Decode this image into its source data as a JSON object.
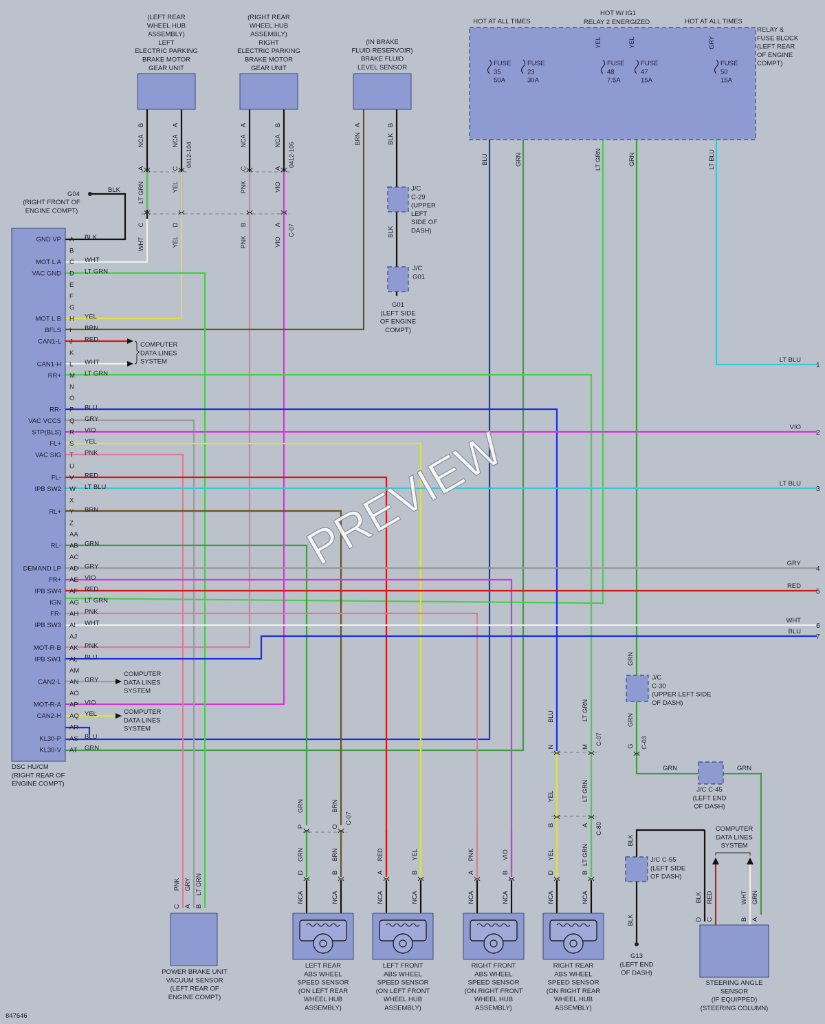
{
  "doc_id": "847646",
  "watermark": "PREVIEW",
  "colors": {
    "BLK": "#111111",
    "WHT": "#eeeeee",
    "LT GRN": "#44d04a",
    "GRN": "#3e9b3e",
    "YEL": "#e0e040",
    "BRN": "#6b5220",
    "RED": "#d41818",
    "BLU": "#1a2ee0",
    "GRY": "#9a9a9a",
    "VIO": "#dc30dc",
    "PNK": "#e07a9a",
    "LT BLU": "#38c8d8",
    "background": "#bcc2cb",
    "module": "#8e9bd2"
  },
  "dsc": {
    "name": "DSC HU/CM",
    "location": "(RIGHT REAR OF",
    "location2": "ENGINE COMPT)",
    "pins": [
      {
        "pin": "A",
        "name": "GND VP",
        "wire": "BLK"
      },
      {
        "pin": "B",
        "name": "",
        "wire": ""
      },
      {
        "pin": "C",
        "name": "MOT L A",
        "wire": "WHT"
      },
      {
        "pin": "D",
        "name": "VAC GND",
        "wire": "LT GRN"
      },
      {
        "pin": "E",
        "name": "",
        "wire": ""
      },
      {
        "pin": "F",
        "name": "",
        "wire": ""
      },
      {
        "pin": "G",
        "name": "",
        "wire": ""
      },
      {
        "pin": "H",
        "name": "MOT L B",
        "wire": "YEL"
      },
      {
        "pin": "I",
        "name": "BFLS",
        "wire": "BRN"
      },
      {
        "pin": "J",
        "name": "CAN1-L",
        "wire": "RED"
      },
      {
        "pin": "K",
        "name": "",
        "wire": ""
      },
      {
        "pin": "L",
        "name": "CAN1-H",
        "wire": "WHT"
      },
      {
        "pin": "M",
        "name": "RR+",
        "wire": "LT GRN"
      },
      {
        "pin": "N",
        "name": "",
        "wire": ""
      },
      {
        "pin": "O",
        "name": "",
        "wire": ""
      },
      {
        "pin": "P",
        "name": "RR-",
        "wire": "BLU"
      },
      {
        "pin": "Q",
        "name": "VAC VCCS",
        "wire": "GRY"
      },
      {
        "pin": "R",
        "name": "STP(BLS)",
        "wire": "VIO"
      },
      {
        "pin": "S",
        "name": "FL+",
        "wire": "YEL"
      },
      {
        "pin": "T",
        "name": "VAC SIG",
        "wire": "PNK"
      },
      {
        "pin": "U",
        "name": "",
        "wire": ""
      },
      {
        "pin": "V",
        "name": "FL-",
        "wire": "RED"
      },
      {
        "pin": "W",
        "name": "IPB SW2",
        "wire": "LT BLU"
      },
      {
        "pin": "X",
        "name": "",
        "wire": ""
      },
      {
        "pin": "Y",
        "name": "RL+",
        "wire": "BRN"
      },
      {
        "pin": "Z",
        "name": "",
        "wire": ""
      },
      {
        "pin": "AA",
        "name": "",
        "wire": ""
      },
      {
        "pin": "AB",
        "name": "RL-",
        "wire": "GRN"
      },
      {
        "pin": "AC",
        "name": "",
        "wire": ""
      },
      {
        "pin": "AD",
        "name": "DEMAND LP",
        "wire": "GRY"
      },
      {
        "pin": "AE",
        "name": "FR+",
        "wire": "VIO"
      },
      {
        "pin": "AF",
        "name": "IPB SW4",
        "wire": "RED"
      },
      {
        "pin": "AG",
        "name": "IGN",
        "wire": "LT GRN"
      },
      {
        "pin": "AH",
        "name": "FR-",
        "wire": "PNK"
      },
      {
        "pin": "AI",
        "name": "IPB SW3",
        "wire": "WHT"
      },
      {
        "pin": "AJ",
        "name": "",
        "wire": ""
      },
      {
        "pin": "AK",
        "name": "MOT-R-B",
        "wire": "PNK"
      },
      {
        "pin": "AL",
        "name": "IPB SW1",
        "wire": "BLU"
      },
      {
        "pin": "AM",
        "name": "",
        "wire": ""
      },
      {
        "pin": "AN",
        "name": "CAN2-L",
        "wire": "GRY"
      },
      {
        "pin": "AO",
        "name": "",
        "wire": ""
      },
      {
        "pin": "AP",
        "name": "MOT-R-A",
        "wire": "VIO"
      },
      {
        "pin": "AQ",
        "name": "CAN2-H",
        "wire": "YEL"
      },
      {
        "pin": "AR",
        "name": "",
        "wire": ""
      },
      {
        "pin": "AS",
        "name": "KL30-P",
        "wire": "BLU"
      },
      {
        "pin": "AT",
        "name": "KL30-V",
        "wire": "GRN"
      }
    ]
  },
  "fuse_block": {
    "title": [
      "RELAY &",
      "FUSE BLOCK",
      "(LEFT REAR",
      "OF ENGINE",
      "COMPT)"
    ],
    "hot_all_times_1": "HOT AT ALL TIMES",
    "hot_ig1": "HOT W/ IG1",
    "relay2": "RELAY 2 ENERGIZED",
    "hot_all_times_2": "HOT AT ALL TIMES",
    "fuses": [
      {
        "label": "FUSE",
        "num": "35",
        "amp": "50A",
        "out": "BLU",
        "in": ""
      },
      {
        "label": "FUSE",
        "num": "23",
        "amp": "30A",
        "out": "GRN",
        "in": ""
      },
      {
        "label": "FUSE",
        "num": "48",
        "amp": "7.5A",
        "out": "LT GRN",
        "in": "YEL"
      },
      {
        "label": "FUSE",
        "num": "47",
        "amp": "15A",
        "out": "GRN",
        "in": "YEL"
      },
      {
        "label": "FUSE",
        "num": "50",
        "amp": "15A",
        "out": "LT BLU",
        "in": "GRY"
      }
    ]
  },
  "top_components": {
    "left_motor": [
      "(LEFT REAR",
      "WHEEL HUB",
      "ASSEMBLY)",
      "LEFT",
      "ELECTRIC PARKING",
      "BRAKE MOTOR",
      "GEAR UNIT"
    ],
    "right_motor": [
      "(RIGHT REAR",
      "WHEEL HUB",
      "ASSEMBLY)",
      "RIGHT",
      "ELECTRIC PARKING",
      "BRAKE MOTOR",
      "GEAR UNIT"
    ],
    "fluid_sensor": [
      "(IN BRAKE",
      "FLUID RESERVOIR)",
      "BRAKE FLUID",
      "LEVEL SENSOR"
    ],
    "conn_0412_104": "0412-104",
    "conn_0412_105": "0412-105",
    "conn_c07": "C-07"
  },
  "grounds": {
    "g04": "G04",
    "g04_loc": [
      "(RIGHT FRONT OF",
      "ENGINE COMPT)"
    ],
    "g01": "G01",
    "g01_loc": [
      "(LEFT SIDE",
      "OF ENGINE",
      "COMPT)"
    ],
    "g13": "G13",
    "g13_loc": [
      "(LEFT END",
      "OF DASH)"
    ],
    "jc_g01": [
      "J/C",
      "G01"
    ]
  },
  "junctions": {
    "jc_c29": [
      "J/C",
      "C-29",
      "(UPPER",
      "LEFT",
      "SIDE OF",
      "DASH)"
    ],
    "jc_c30": [
      "J/C",
      "C-30",
      "(UPPER LEFT SIDE",
      "OF DASH)"
    ],
    "jc_c45": [
      "J/C C-45",
      "(LEFT END",
      "OF DASH)"
    ],
    "jc_c55": [
      "J/C C-55",
      "(LEFT SIDE",
      "OF DASH)"
    ],
    "c03": "C-03",
    "c80": "C-80"
  },
  "computer_data_lines": [
    "COMPUTER",
    "DATA LINES",
    "SYSTEM"
  ],
  "outputs": [
    {
      "num": "1",
      "wire": "LT BLU"
    },
    {
      "num": "2",
      "wire": "VIO"
    },
    {
      "num": "3",
      "wire": "LT BLU"
    },
    {
      "num": "4",
      "wire": "GRY"
    },
    {
      "num": "5",
      "wire": "RED"
    },
    {
      "num": "6",
      "wire": "WHT"
    },
    {
      "num": "7",
      "wire": "BLU"
    }
  ],
  "bottom_components": {
    "vacuum_sensor": [
      "POWER BRAKE UNIT",
      "VACUUM SENSOR",
      "(LEFT REAR OF",
      "ENGINE COMPT)"
    ],
    "lr_sensor": [
      "LEFT REAR",
      "ABS WHEEL",
      "SPEED SENSOR",
      "(ON LEFT REAR",
      "WHEEL HUB",
      "ASSEMBLY)"
    ],
    "lf_sensor": [
      "LEFT FRONT",
      "ABS WHEEL",
      "SPEED SENSOR",
      "(ON LEFT FRONT",
      "WHEEL HUB",
      "ASSEMBLY)"
    ],
    "rf_sensor": [
      "RIGHT FRONT",
      "ABS WHEEL",
      "SPEED SENSOR",
      "(ON RIGHT FRONT",
      "WHEEL HUB",
      "ASSEMBLY)"
    ],
    "rr_sensor": [
      "RIGHT REAR",
      "ABS WHEEL",
      "SPEED SENSOR",
      "(ON RIGHT REAR",
      "WHEEL HUB",
      "ASSEMBLY)"
    ],
    "steering": [
      "STEERING ANGLE",
      "SENSOR",
      "(IF EQUIPPED)",
      "(STEERING COLUMN)"
    ]
  },
  "nca": "NCA"
}
